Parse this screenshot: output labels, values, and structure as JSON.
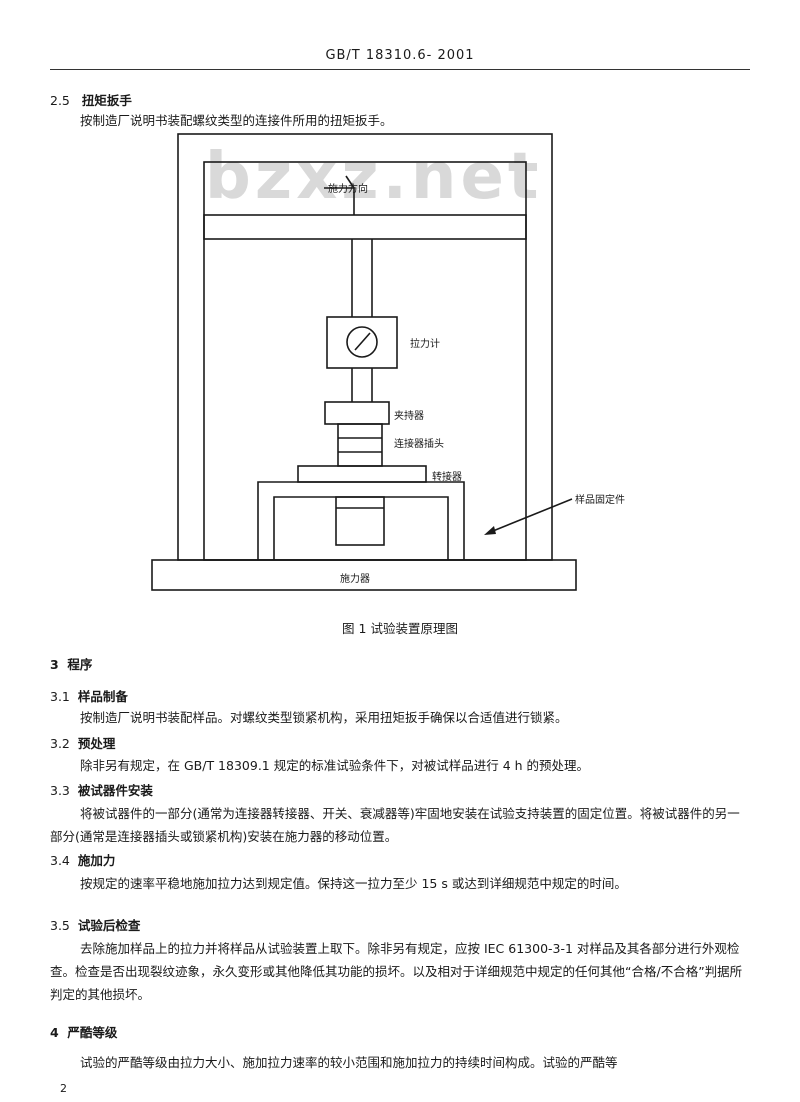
{
  "header": {
    "title": "GB/T 18310.6- 2001"
  },
  "watermark": "bzxz.net",
  "sec_2_5": {
    "num": "2.5",
    "title": "扭矩扳手",
    "body": "按制造厂说明书装配螺纹类型的连接件所用的扭矩扳手。"
  },
  "figure": {
    "labels": {
      "force_direction": "施力方向",
      "gauge": "拉力计",
      "fixture": "夹持器",
      "connector_head": "连接器插头",
      "adapter": "转接器",
      "sample_holder": "样品固定件",
      "force_device": "施力器"
    },
    "caption": "图 1   试验装置原理图"
  },
  "sec_3": {
    "num": "3",
    "title": "程序"
  },
  "sec_3_1": {
    "num": "3.1",
    "title": "样品制备",
    "body": "按制造厂说明书装配样品。对螺纹类型锁紧机构，采用扭矩扳手确保以合适值进行锁紧。"
  },
  "sec_3_2": {
    "num": "3.2",
    "title": "预处理",
    "body": "除非另有规定，在 GB/T 18309.1 规定的标准试验条件下，对被试样品进行 4 h 的预处理。"
  },
  "sec_3_3": {
    "num": "3.3",
    "title": "被试器件安装",
    "body": "将被试器件的一部分(通常为连接器转接器、开关、衰减器等)牢固地安装在试验支持装置的固定位置。将被试器件的另一部分(通常是连接器插头或锁紧机构)安装在施力器的移动位置。"
  },
  "sec_3_4": {
    "num": "3.4",
    "title": "施加力",
    "body": "按规定的速率平稳地施加拉力达到规定值。保持这一拉力至少 15 s 或达到详细规范中规定的时间。"
  },
  "sec_3_5": {
    "num": "3.5",
    "title": "试验后检查",
    "body": "去除施加样品上的拉力并将样品从试验装置上取下。除非另有规定，应按 IEC 61300-3-1 对样品及其各部分进行外观检查。检查是否出现裂纹迹象，永久变形或其他降低其功能的损坏。以及相对于详细规范中规定的任何其他“合格/不合格”判据所判定的其他损坏。"
  },
  "sec_4": {
    "num": "4",
    "title": "严酷等级",
    "body": "试验的严酷等级由拉力大小、施加拉力速率的较小范围和施加拉力的持续时间构成。试验的严酷等"
  },
  "page_number": "2"
}
